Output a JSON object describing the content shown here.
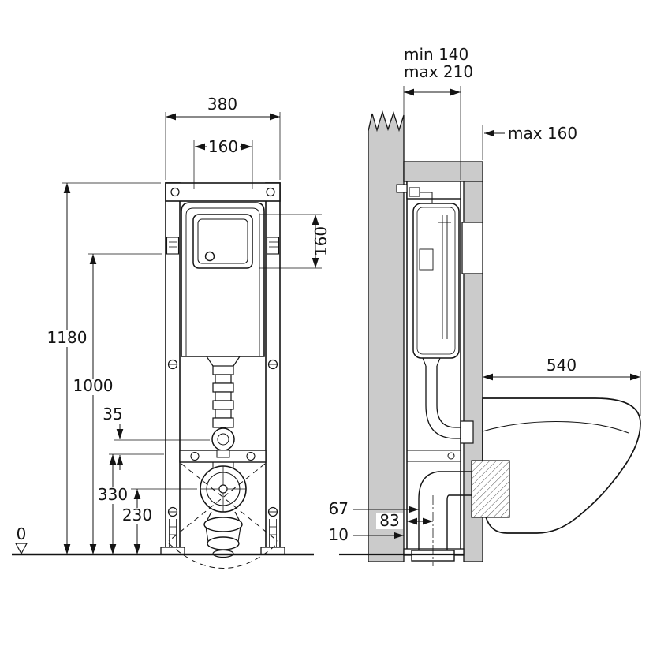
{
  "front_view": {
    "frame_width": "380",
    "inner_width": "160",
    "plate_height": "160",
    "frame_height": "1180",
    "mount_height": "1000",
    "flush_bend_offset": "35",
    "bracket_height": "330",
    "outlet_height": "230",
    "floor_level": "0"
  },
  "side_view": {
    "depth_min": "min 140",
    "depth_max": "max 210",
    "top_fixing_max": "max 160",
    "bowl_depth": "540",
    "outlet_offset_67": "67",
    "outlet_offset_83": "83",
    "wall_gap": "10"
  },
  "colors": {
    "wall_fill": "#cbcbcb",
    "line": "#141414",
    "background": "#ffffff"
  }
}
